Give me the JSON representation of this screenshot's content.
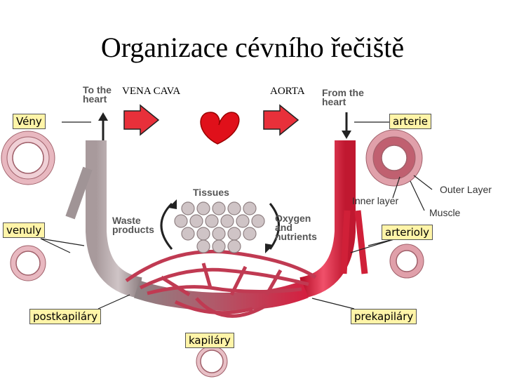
{
  "title": "Organizace cévního řečiště",
  "top_labels": {
    "vena_cava": "VENA CAVA",
    "aorta": "AORTA"
  },
  "direction_labels": {
    "to_heart": [
      "To the",
      "heart"
    ],
    "from_heart": [
      "From the",
      "heart"
    ]
  },
  "boxed_labels": {
    "veny": "Vény",
    "arterie": "arterie",
    "venuly": "venuly",
    "arterioly": "arterioly",
    "postkapilary": "postkapiláry",
    "prekapilary": "prekapiláry",
    "kapilary": "kapiláry"
  },
  "tissue_labels": {
    "tissues": "Tissues",
    "waste_products": [
      "Waste",
      "products"
    ],
    "oxygen_nutrients": [
      "Oxygen",
      "and",
      "nutrients"
    ]
  },
  "layer_labels": {
    "outer_layer": "Outer Layer",
    "inner_layer": "Inner layer",
    "muscle": "Muscle"
  },
  "colors": {
    "vein": "#9a8a8e",
    "artery": "#d8203a",
    "capillary": "#c03a52",
    "label_box": "#fff4a8",
    "heart": "#e0101a",
    "arrow": "#e8303a"
  }
}
